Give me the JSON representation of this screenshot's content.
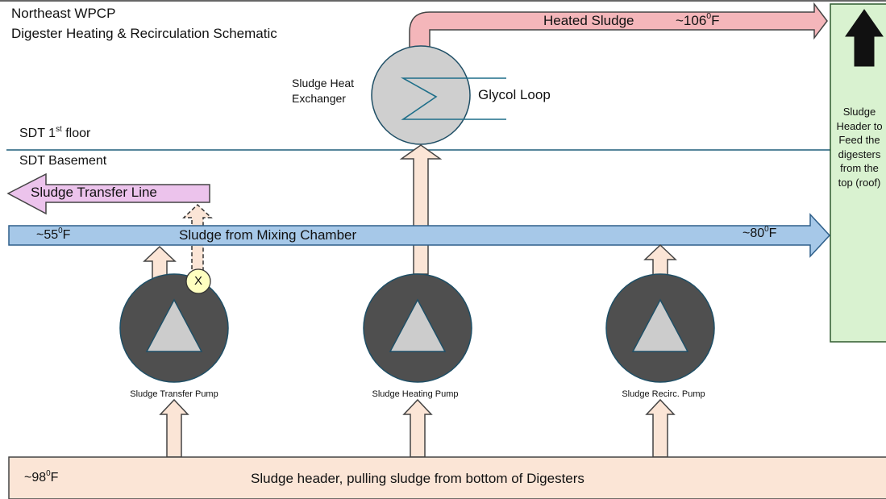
{
  "title": {
    "line1": "Northeast WPCP",
    "line2": "Digester Heating & Recirculation Schematic"
  },
  "levels": {
    "first_floor_base": "SDT 1",
    "first_floor_sup": "st",
    "first_floor_tail": " floor",
    "basement": "SDT Basement"
  },
  "heated_sludge": {
    "label": "Heated Sludge",
    "temp_base": "~106",
    "temp_sup": "0",
    "temp_unit": "F"
  },
  "heat_exchanger": {
    "label_line1": "Sludge Heat",
    "label_line2": "Exchanger",
    "loop_label": "Glycol Loop"
  },
  "transfer_line": {
    "label": "Sludge Transfer Line"
  },
  "mixing_chamber": {
    "label": "Sludge from Mixing Chamber",
    "left_temp_base": "~55",
    "left_temp_sup": "0",
    "left_temp_unit": "F",
    "right_temp_base": "~80",
    "right_temp_sup": "0",
    "right_temp_unit": "F"
  },
  "valve": {
    "symbol": "X"
  },
  "pumps": [
    {
      "label": "Sludge Transfer Pump"
    },
    {
      "label": "Sludge Heating Pump"
    },
    {
      "label": "Sludge Recirc. Pump"
    }
  ],
  "feed_header": {
    "lines": [
      "Sludge",
      "Header to",
      "Feed the",
      "digesters",
      "from the",
      "top (roof)"
    ]
  },
  "bottom_header": {
    "temp_base": "~98",
    "temp_sup": "0",
    "temp_unit": "F",
    "label": "Sludge header, pulling sludge from bottom of Digesters"
  },
  "colors": {
    "peach": "#fbe5d6",
    "blue": "#a6c8e8",
    "pink": "#f4b6ba",
    "lavender": "#ecc3ec",
    "green": "#d9f2d0",
    "pump": "#505050",
    "triangle": "#cccccc",
    "valve": "#ffffc0",
    "level_line": "#1f5f7a"
  }
}
